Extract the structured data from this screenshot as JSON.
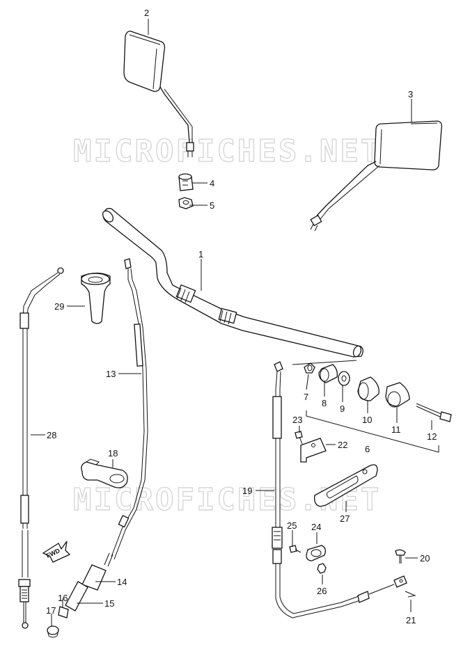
{
  "watermarks": [
    "MICROFICHES.NET",
    "MICROFICHES.NET"
  ],
  "callouts": {
    "p1": "1",
    "p2": "2",
    "p3": "3",
    "p4": "4",
    "p5": "5",
    "p6": "6",
    "p7": "7",
    "p8": "8",
    "p9": "9",
    "p10": "10",
    "p11": "11",
    "p12": "12",
    "p13": "13",
    "p14": "14",
    "p15": "15",
    "p16": "16",
    "p17": "17",
    "p18": "18",
    "p19": "19",
    "p20": "20",
    "p21": "21",
    "p22": "22",
    "p23": "23",
    "p24": "24",
    "p25": "25",
    "p26": "26",
    "p27": "27",
    "p28": "28",
    "p29": "29"
  },
  "fwd_label": "FWD"
}
